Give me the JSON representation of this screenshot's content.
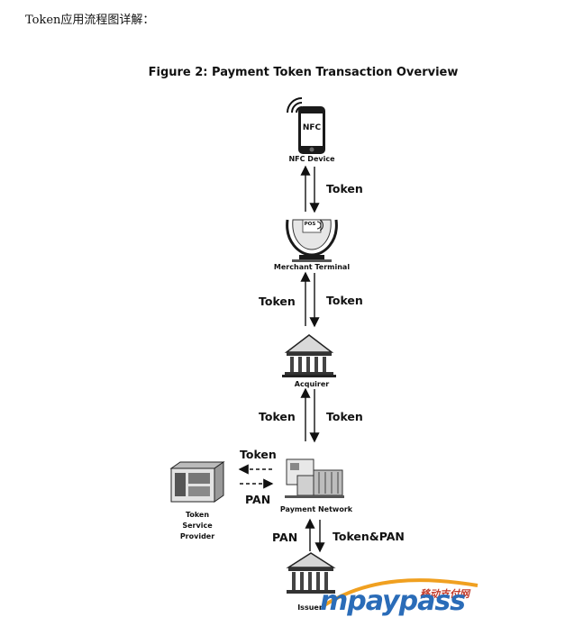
{
  "intro_text": "Token应用流程图详解：",
  "figure_title": "Figure 2: Payment Token Transaction Overview",
  "nodes": {
    "nfc_device": {
      "caption": "NFC Device",
      "screen_text": "NFC"
    },
    "merchant_terminal": {
      "caption": "Merchant Terminal",
      "screen_text": "POS"
    },
    "acquirer": {
      "caption": "Acquirer"
    },
    "payment_network": {
      "caption": "Payment Network"
    },
    "token_service_provider": {
      "caption": "Token Service Provider"
    },
    "issuer": {
      "caption": "Issuer"
    }
  },
  "edges": {
    "nfc_terminal": {
      "right_label": "Token"
    },
    "terminal_acquirer": {
      "left_label": "Token",
      "right_label": "Token"
    },
    "acquirer_network": {
      "left_label": "Token",
      "right_label": "Token"
    },
    "network_tsp": {
      "top_label": "Token",
      "bottom_label": "PAN"
    },
    "network_issuer": {
      "left_label": "PAN",
      "right_label": "Token&PAN"
    }
  },
  "watermark": {
    "cn": "移动支付网",
    "en": "mpaypass"
  }
}
